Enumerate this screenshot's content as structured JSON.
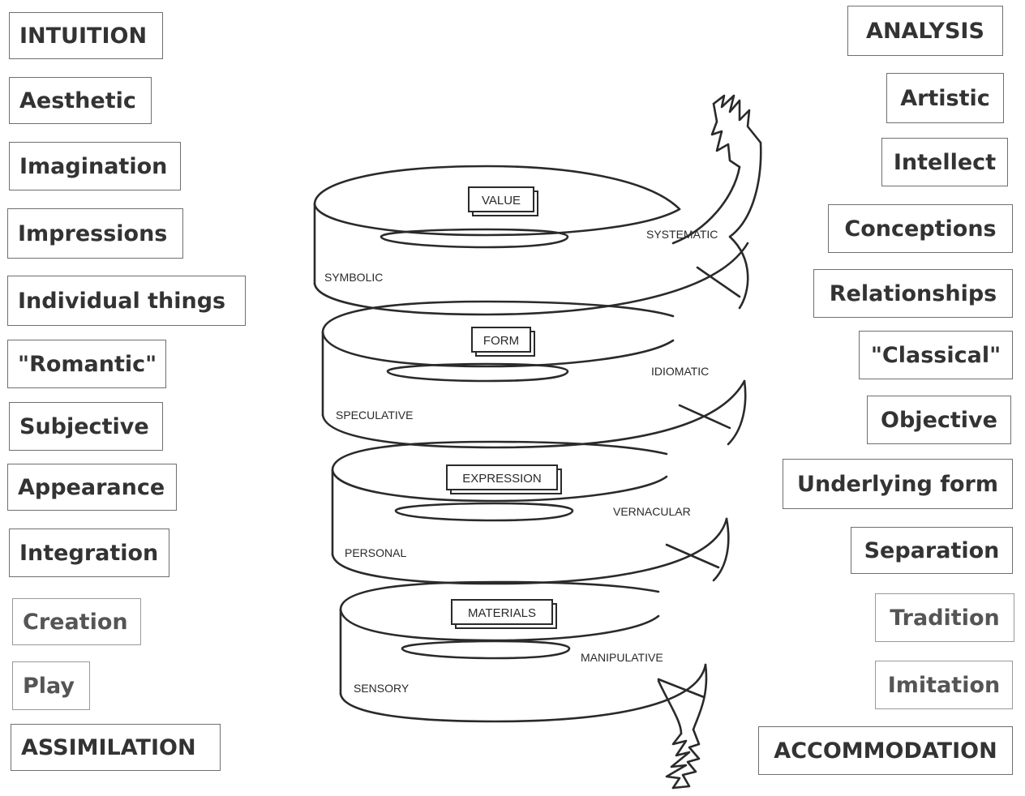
{
  "left_column": [
    {
      "label": "INTUITION"
    },
    {
      "label": "Aesthetic"
    },
    {
      "label": "Imagination"
    },
    {
      "label": "Impressions"
    },
    {
      "label": "Individual things"
    },
    {
      "label": "\"Romantic\""
    },
    {
      "label": "Subjective"
    },
    {
      "label": "Appearance"
    },
    {
      "label": "Integration"
    },
    {
      "label": "Creation"
    },
    {
      "label": "Play"
    },
    {
      "label": "ASSIMILATION"
    }
  ],
  "right_column": [
    {
      "label": "ANALYSIS"
    },
    {
      "label": "Artistic"
    },
    {
      "label": "Intellect"
    },
    {
      "label": "Conceptions"
    },
    {
      "label": "Relationships"
    },
    {
      "label": "\"Classical\""
    },
    {
      "label": "Objective"
    },
    {
      "label": "Underlying form"
    },
    {
      "label": "Separation"
    },
    {
      "label": "Tradition"
    },
    {
      "label": "Imitation"
    },
    {
      "label": "ACCOMMODATION"
    }
  ],
  "spiral": {
    "turns": [
      {
        "level": "VALUE",
        "left": "SYMBOLIC",
        "right": "SYSTEMATIC"
      },
      {
        "level": "FORM",
        "left": "SPECULATIVE",
        "right": "IDIOMATIC"
      },
      {
        "level": "EXPRESSION",
        "left": "PERSONAL",
        "right": "VERNACULAR"
      },
      {
        "level": "MATERIALS",
        "left": "SENSORY",
        "right": "MANIPULATIVE"
      }
    ]
  }
}
